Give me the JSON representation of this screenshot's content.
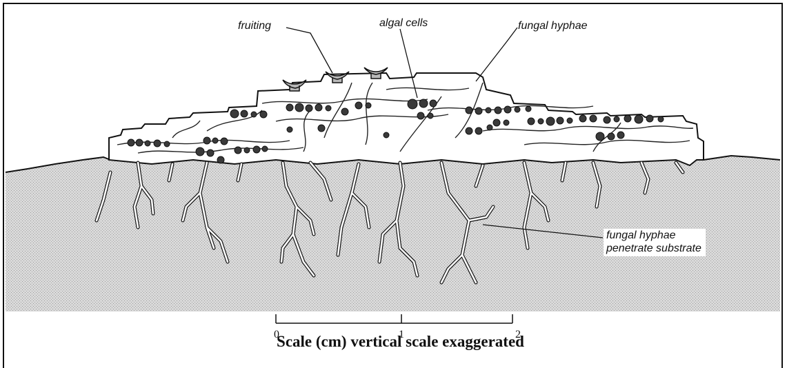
{
  "labels": {
    "fruiting": "fruiting",
    "algal_cells": "algal cells",
    "fungal_hyphae": "fungal hyphae",
    "penetrate_line1": "fungal hyphae",
    "penetrate_line2": "penetrate substrate"
  },
  "scale": {
    "ticks": [
      "0",
      "1",
      "2"
    ],
    "title": "Scale (cm) vertical scale exaggerated"
  },
  "colors": {
    "substrate": "#d6d6d6",
    "algae": "#3a3a3a",
    "fruiting": "#b8b8b8",
    "outline": "#111111"
  }
}
